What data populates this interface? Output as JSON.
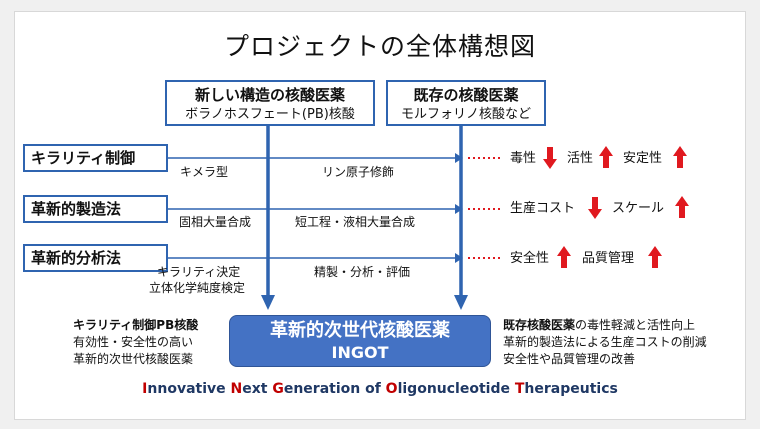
{
  "title": "プロジェクトの全体構想図",
  "top_boxes": [
    {
      "title": "新しい構造の核酸医薬",
      "subtitle": "ボラノホスフェート(PB)核酸"
    },
    {
      "title": "既存の核酸医薬",
      "subtitle": "モルフォリノ核酸など"
    }
  ],
  "rows": [
    {
      "label": "キラリティ制御",
      "left_text": "キメラ型",
      "mid_text": "リン原子修飾"
    },
    {
      "label": "革新的製造法",
      "left_text": "固相大量合成",
      "mid_text": "短工程・液相大量合成"
    },
    {
      "label": "革新的分析法",
      "left_text_1": "キラリティ決定",
      "left_text_2": "立体化学純度検定",
      "mid_text": "精製・分析・評価"
    }
  ],
  "effects": {
    "row1": [
      {
        "text": "毒性",
        "arrow": "down"
      },
      {
        "text": "活性",
        "arrow": "up"
      },
      {
        "text": "安定性",
        "arrow": "up"
      }
    ],
    "row2": [
      {
        "text": "生産コスト",
        "arrow": "down"
      },
      {
        "text": "スケール",
        "arrow": "up"
      }
    ],
    "row3": [
      {
        "text": "安全性",
        "arrow": "up"
      },
      {
        "text": "品質管理",
        "arrow": "up"
      }
    ]
  },
  "result": {
    "line1": "革新的次世代核酸医薬",
    "line2": "INGOT"
  },
  "left_note": {
    "bold": "キラリティ制御PB核酸",
    "line2": "有効性・安全性の高い",
    "line3": "革新的次世代核酸医薬"
  },
  "right_note": {
    "bold": "既存核酸医薬",
    "line1_rest": "の毒性軽減と活性向上",
    "line2": "革新的製造法による生産コストの削減",
    "line3": "安全性や品質管理の改善"
  },
  "footer": [
    {
      "cap": "I",
      "rest": "nnovative "
    },
    {
      "cap": "N",
      "rest": "ext "
    },
    {
      "cap": "G",
      "rest": "eneration of "
    },
    {
      "cap": "O",
      "rest": "ligonucleotide "
    },
    {
      "cap": "T",
      "rest": "herapeutics"
    }
  ],
  "colors": {
    "line": "#2f64b0",
    "accent": "#4472c4",
    "arrow_red": "#e0191f",
    "dotted_red": "#e0191f"
  }
}
